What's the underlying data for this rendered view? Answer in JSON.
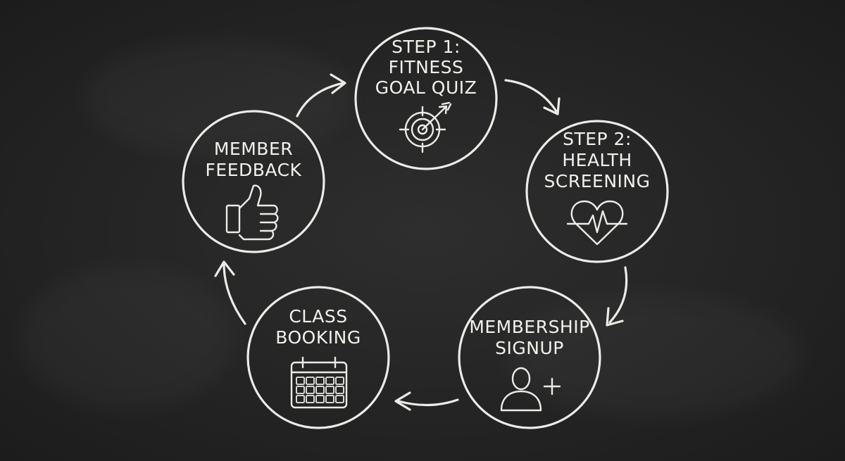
{
  "diagram": {
    "colors": {
      "background": "#262626",
      "chalk": "#ecebe6"
    },
    "nodes": [
      {
        "id": "step1",
        "lines": [
          "STEP 1:",
          "FITNESS",
          "GOAL QUIZ"
        ],
        "icon": "target-icon"
      },
      {
        "id": "step2",
        "lines": [
          "STEP 2:",
          "HEALTH",
          "SCREENING"
        ],
        "icon": "heart-pulse-icon"
      },
      {
        "id": "membership",
        "lines": [
          "MEMBERSHIP",
          "SIGNUP"
        ],
        "icon": "add-user-icon"
      },
      {
        "id": "class",
        "lines": [
          "CLASS",
          "BOOKING"
        ],
        "icon": "calendar-icon"
      },
      {
        "id": "feedback",
        "lines": [
          "MEMBER",
          "FEEDBACK"
        ],
        "icon": "thumbs-up-icon"
      }
    ],
    "flow": [
      "step1",
      "step2",
      "membership",
      "class",
      "feedback",
      "step1"
    ]
  }
}
